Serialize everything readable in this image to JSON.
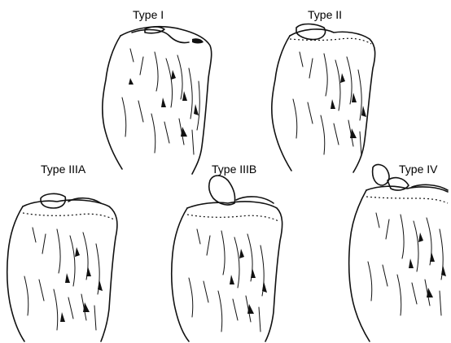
{
  "figure": {
    "panels": [
      {
        "id": "type-1",
        "label": "Type I"
      },
      {
        "id": "type-2",
        "label": "Type II"
      },
      {
        "id": "type-3a",
        "label": "Type IIIA"
      },
      {
        "id": "type-3b",
        "label": "Type IIIB"
      },
      {
        "id": "type-4",
        "label": "Type IV"
      }
    ]
  },
  "colors": {
    "ink": "#111111",
    "background": "#ffffff"
  }
}
